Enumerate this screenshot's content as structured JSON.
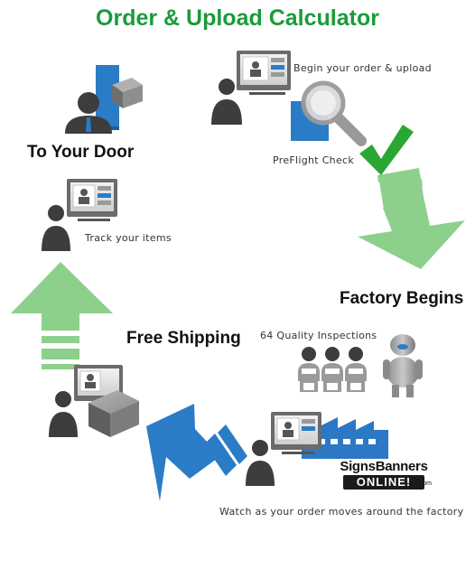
{
  "title": "Order & Upload Calculator",
  "headings": {
    "to_your_door": "To Your Door",
    "factory_begins": "Factory Begins",
    "free_shipping": "Free Shipping"
  },
  "captions": {
    "begin_order": "Begin your order & upload",
    "preflight": "PreFlight Check",
    "track_items": "Track your items",
    "inspections": "64 Quality Inspections",
    "watch_order": "Watch as your order moves around the factory"
  },
  "logo": {
    "line1": "SignsBanners",
    "line2": "ONLINE!",
    "suffix": ".com"
  },
  "colors": {
    "title": "#1a9b3b",
    "green_arrow": "#8dd08c",
    "blue_arrow": "#2a7cc7",
    "check": "#2aa632",
    "factory": "#2c78c5",
    "person": "#444444",
    "box": "#777777"
  },
  "icons": [
    "user-at-computer-icon",
    "magnifier-icon",
    "check-icon",
    "door-icon",
    "box-icon",
    "factory-icon",
    "inspector-icon",
    "robot-icon"
  ]
}
